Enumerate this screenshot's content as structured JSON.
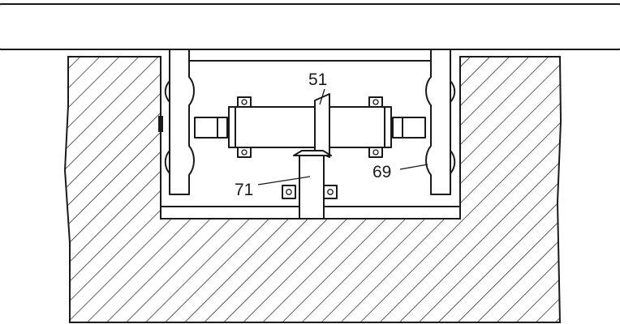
{
  "labels": {
    "part_51": "51",
    "part_71": "71",
    "part_69": "69"
  },
  "colors": {
    "line": "#1a1a1a",
    "background": "#ffffff"
  }
}
